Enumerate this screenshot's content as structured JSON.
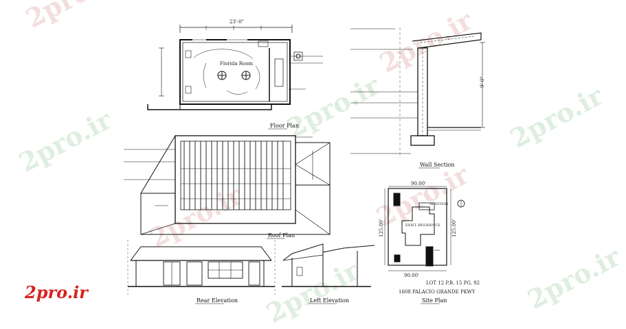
{
  "watermarks": {
    "text": "2pro.ir",
    "logo": "2pro.ir"
  },
  "floor_plan": {
    "title": "Floor Plan",
    "room_label": "Florida Room",
    "top_dim": "23'-0\""
  },
  "roof_plan": {
    "title": "Roof Plan"
  },
  "wall_section": {
    "title": "Wall Section",
    "height_dim": "9'-0\""
  },
  "rear_elevation": {
    "title": "Rear Elevation"
  },
  "left_elevation": {
    "title": "Left Elevation"
  },
  "site_plan": {
    "title": "Site Plan",
    "top_dim": "90.00'",
    "bottom_dim": "90.00'",
    "left_dim": "125.00'",
    "right_dim": "125.00'",
    "addition_label": "ADDITION",
    "house_label": "EXIST. RESIDENCE",
    "legal": "LOT 12   P.B. 15 PG. 92",
    "address": "1608 PALACIO GRANDE PKWY"
  },
  "colors": {
    "line": "#111111",
    "watermark_green": "#d6ead9",
    "watermark_pink": "#f1d6d6",
    "logo_red": "#d8221e"
  }
}
